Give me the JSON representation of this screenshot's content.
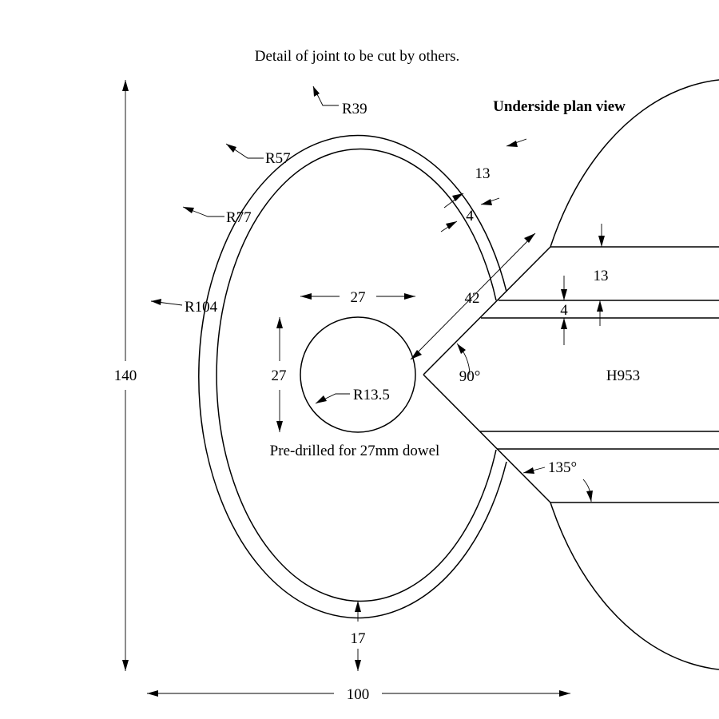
{
  "title": "Detail of joint to be cut by others.",
  "view_label": "Underside plan view",
  "material_label": "H953",
  "note": "Pre-drilled for 27mm dowel",
  "radii": {
    "r39": "R39",
    "r57": "R57",
    "r77": "R77",
    "r104": "R104",
    "r13_5": "R13.5"
  },
  "dims": {
    "height": "140",
    "width": "100",
    "bottom": "17",
    "hole_width": "27",
    "hole_height": "27",
    "arm_diag": "42",
    "band_13": "13",
    "band_4": "4",
    "arm_13": "13",
    "arm_4": "4"
  },
  "angles": {
    "a90": "90°",
    "a135": "135°"
  }
}
